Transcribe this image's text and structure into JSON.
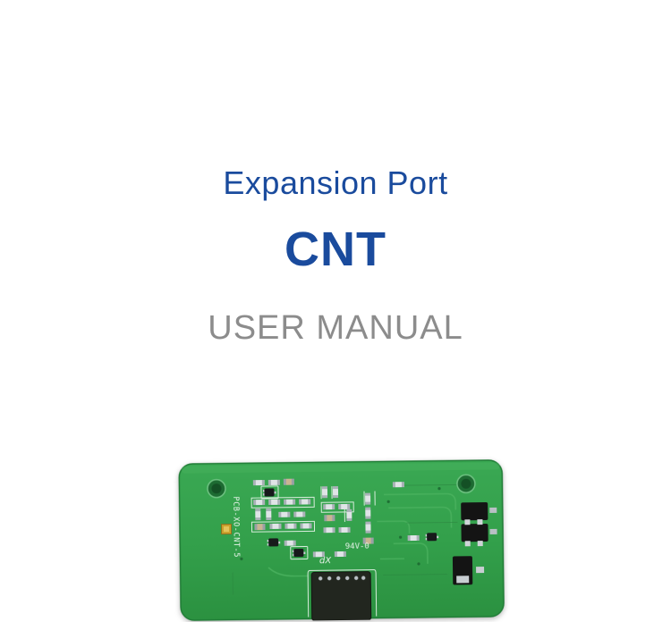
{
  "cover": {
    "subtitle": "Expansion Port",
    "title": "CNT",
    "manual_label": "USER MANUAL",
    "title_color": "#1a4b9d",
    "manual_color": "#8c8c8c"
  },
  "pcb_photo": {
    "board_color": "#33a04b",
    "silkscreen_side_label": "PCB-XO-CNT-5",
    "flammability_marking": "94V-0",
    "logo_marking": "dX"
  }
}
